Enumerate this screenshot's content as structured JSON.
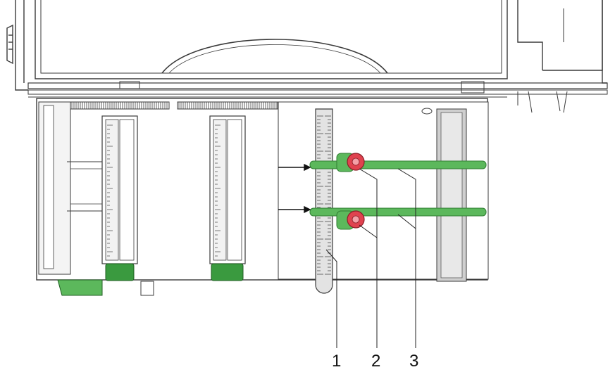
{
  "callouts": [
    {
      "label": "1"
    },
    {
      "label": "2"
    },
    {
      "label": "3"
    }
  ],
  "colors": {
    "outline": "#3a3a3a",
    "housing_fill": "#ffffff",
    "panel_fill": "#ececec",
    "ruler_fill": "#e3e3e3",
    "rail_green": "#5cb85c",
    "rail_green_dark": "#2f7d32",
    "knob_red": "#e0424f",
    "roller_green": "#3a9a3f",
    "rail_bar": "#cfcfcf"
  },
  "icons": [
    "arrow-icon",
    "knob-icon",
    "roller-icon"
  ]
}
